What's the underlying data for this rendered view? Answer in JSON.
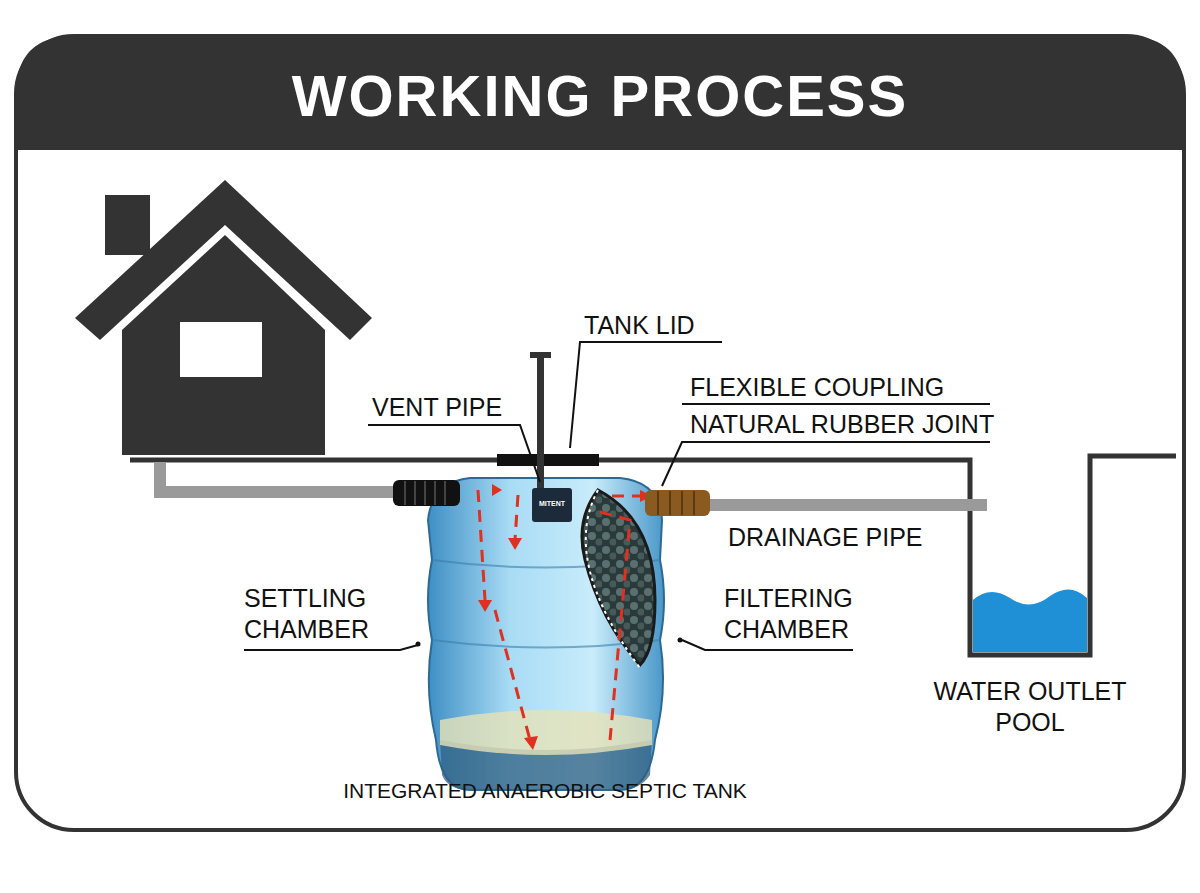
{
  "diagram": {
    "title": "WORKING PROCESS",
    "labels": [
      "TANK LID",
      "VENT PIPE",
      "FLEXIBLE COUPLING",
      "NATURAL RUBBER JOINT",
      "DRAINAGE PIPE",
      "SETTLING CHAMBER",
      "FILTERING CHAMBER",
      "WATER OUTLET POOL",
      "MITENT",
      "INTEGRATED ANAEROBIC SEPTIC TANK"
    ]
  }
}
